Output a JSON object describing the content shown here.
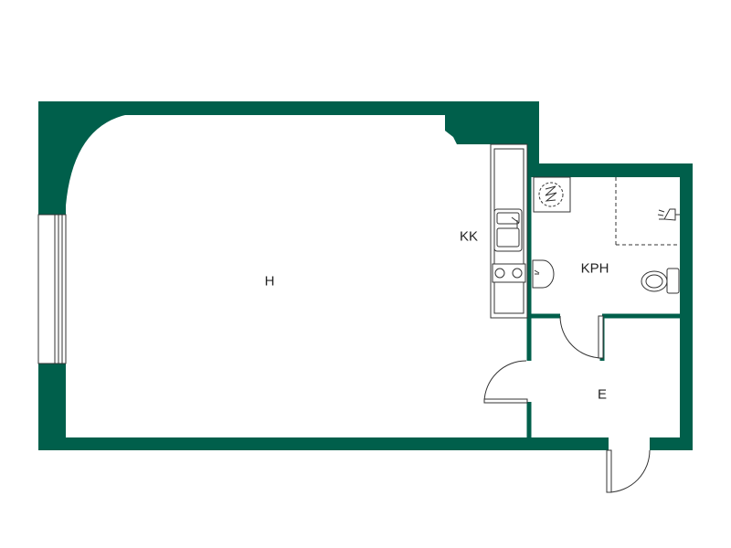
{
  "floor_plan": {
    "wall_color": "#005f4b",
    "fixture_stroke": "#333333",
    "rooms": {
      "living_room": "H",
      "kitchenette": "KK",
      "bathroom": "KPH",
      "entrance": "E"
    },
    "fixtures": [
      "window",
      "kitchen-counter",
      "sink",
      "stove",
      "washing-machine",
      "shower",
      "washbasin",
      "toilet",
      "swing-door"
    ]
  }
}
